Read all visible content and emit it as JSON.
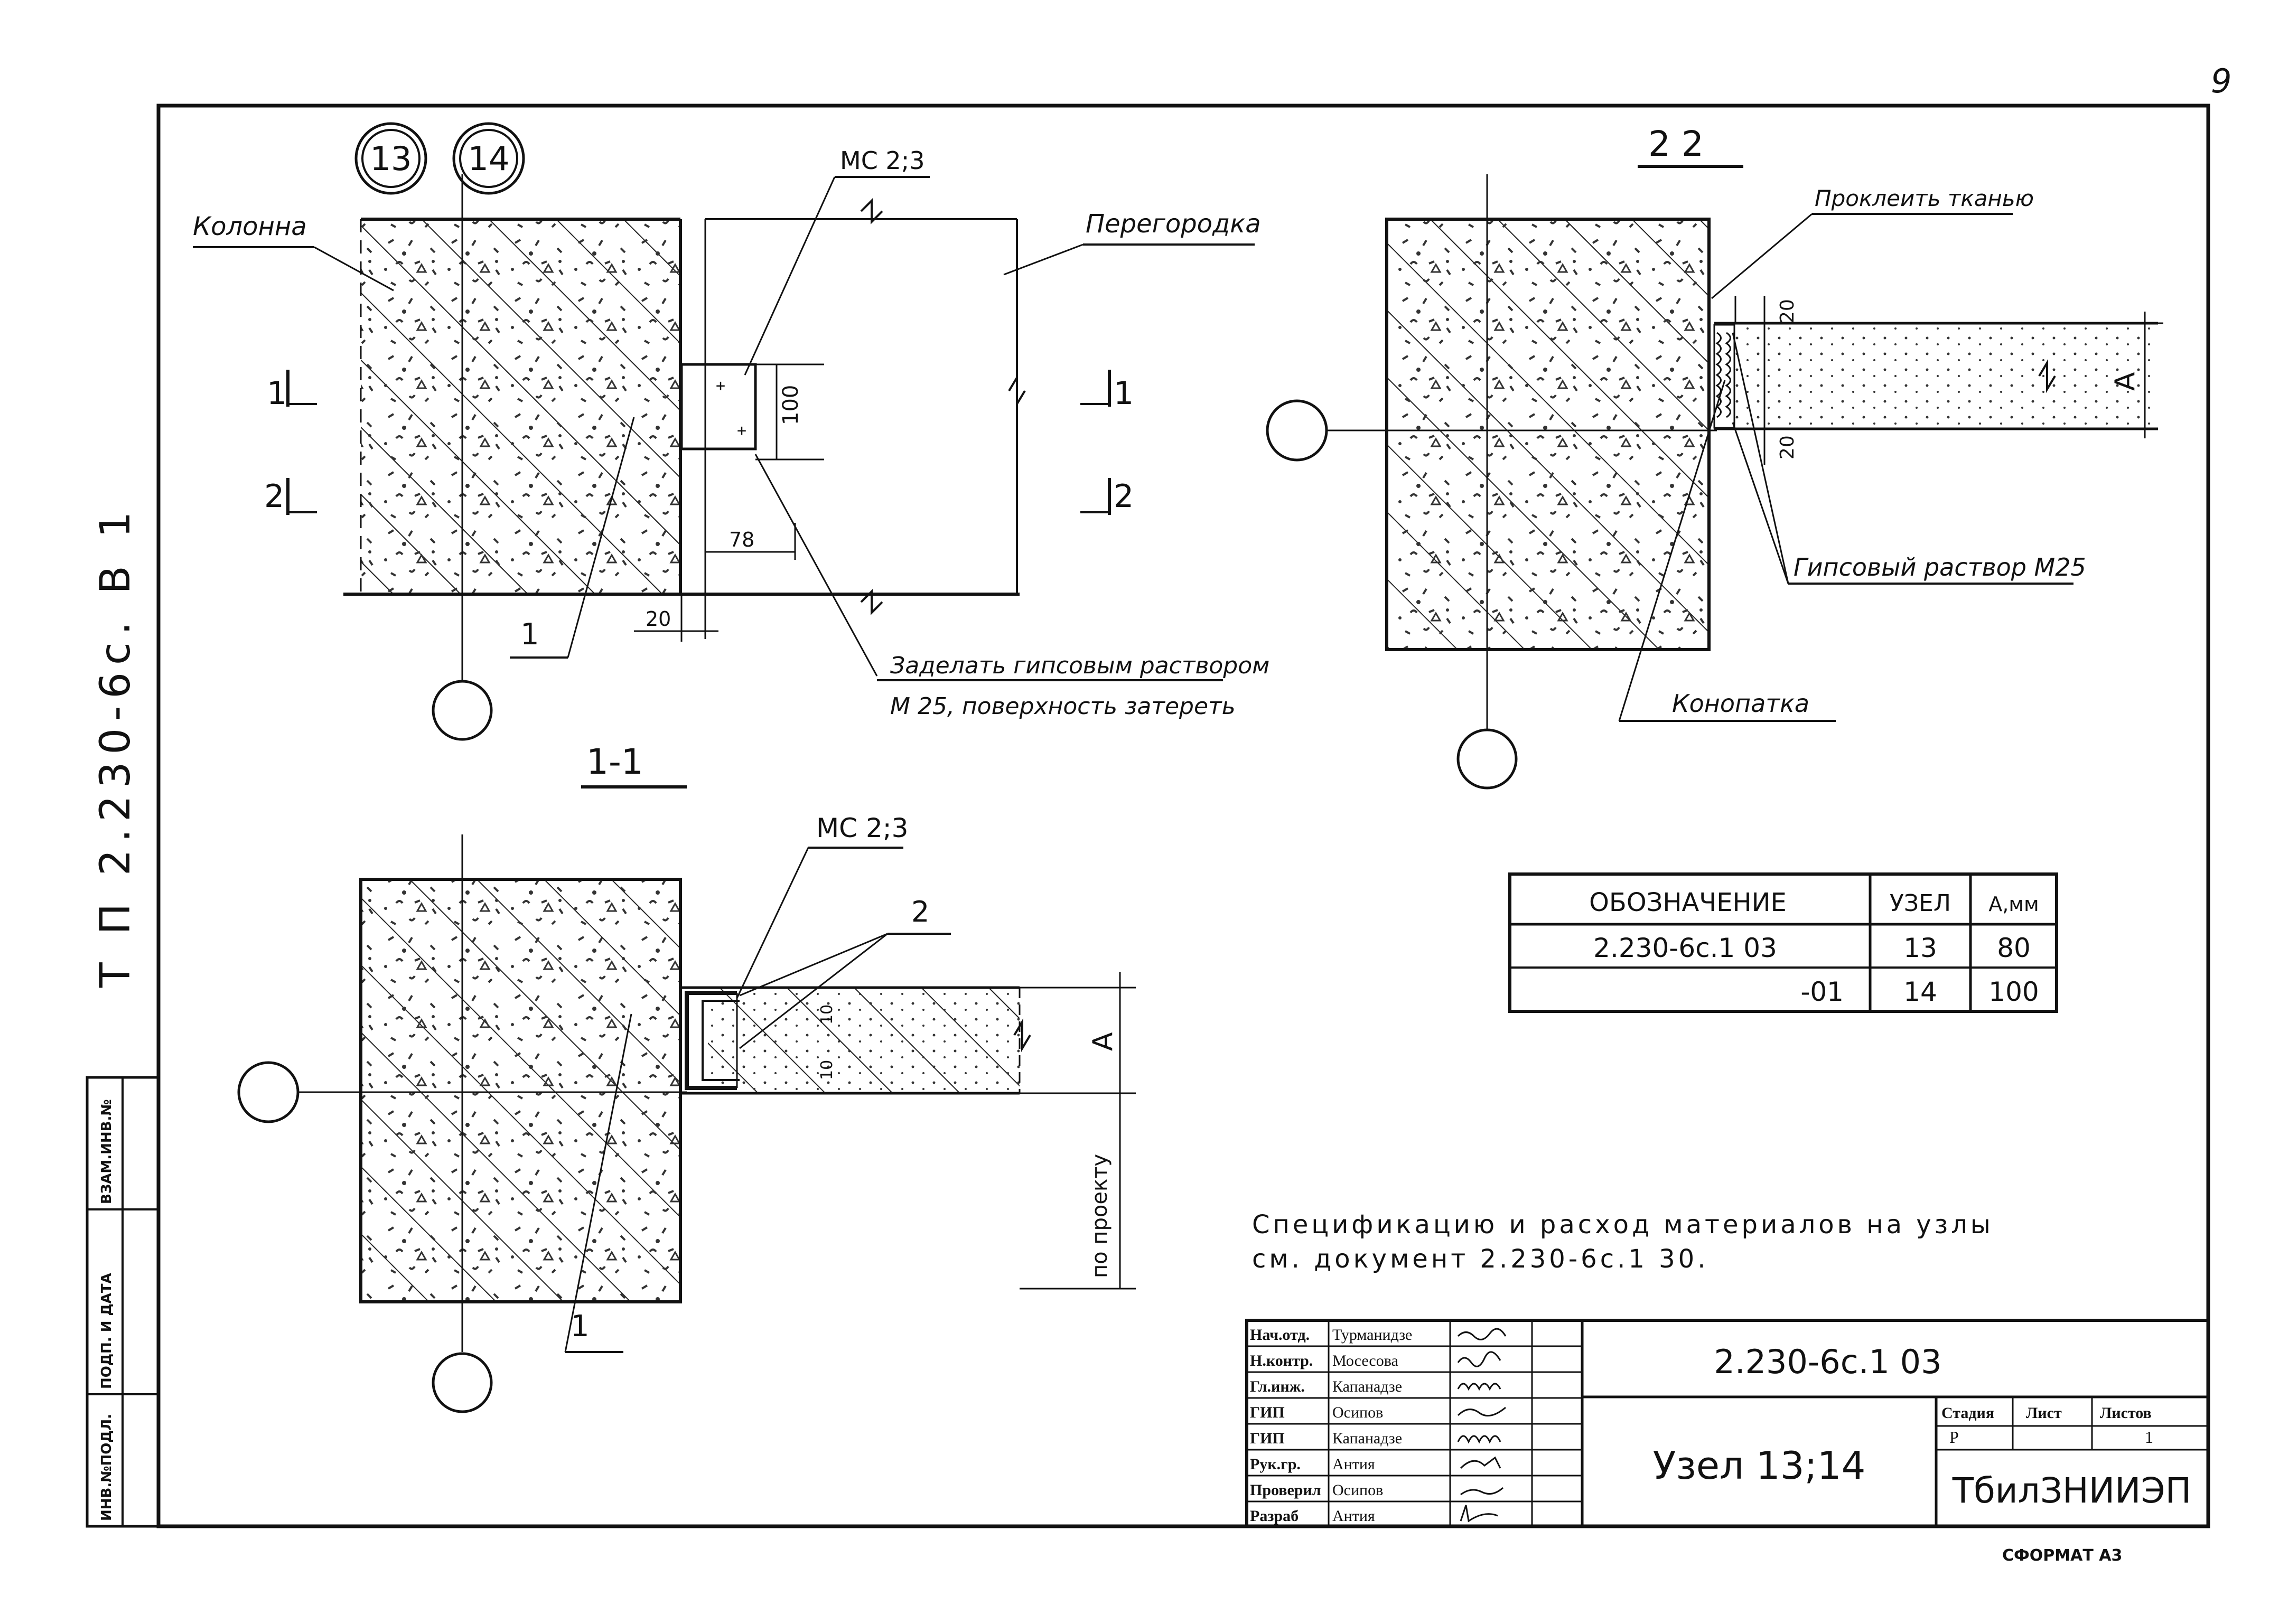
{
  "page": {
    "number": "9",
    "format_label": "СФОРМАТ А3"
  },
  "side_stamp": {
    "series": "Т П  2.230-6с.  В 1",
    "col1": "ИНВ.№ПОДЛ.",
    "col2": "ПОДП. И ДАТА",
    "col3": "ВЗАМ.ИНВ.№"
  },
  "node_marks": [
    "13",
    "14"
  ],
  "main_view": {
    "label_kolonna": "Колонна",
    "label_peregorodka": "Перегородка",
    "label_ms": "МС 2;3",
    "dim_100": "100",
    "dim_78": "78",
    "dim_20": "20",
    "cut1_left": "1",
    "cut1_right": "1",
    "cut2_left": "2",
    "cut2_right": "2",
    "callout_1": "1",
    "note_line1": "Заделать гипсовым раствором",
    "note_line2": "М 25, поверхность затереть"
  },
  "section_1_1": {
    "title": "1-1",
    "label_ms": "МС 2;3",
    "callout_2": "2",
    "callout_1": "1",
    "dim_10a": "10",
    "dim_10b": "10",
    "dim_A": "А",
    "dim_po_proektu": "по проекту"
  },
  "section_2_2": {
    "title": "2 2",
    "label_prokleit": "Проклеить тканью",
    "label_gips": "Гипсовый раствор М25",
    "label_konopatka": "Конопатка",
    "dim_20a": "20",
    "dim_20b": "20",
    "dim_A": "А"
  },
  "table": {
    "headers": [
      "ОБОЗНАЧЕНИЕ",
      "УЗЕЛ",
      "А,мм"
    ],
    "rows": [
      [
        "2.230-6с.1  03",
        "13",
        "80"
      ],
      [
        "-01",
        "14",
        "100"
      ]
    ]
  },
  "spec_note": {
    "line1": "Спецификацию и расход материалов на узлы",
    "line2": "см. документ 2.230-6с.1 30."
  },
  "title_block": {
    "roles": [
      "Нач.отд.",
      "Н.контр.",
      "Гл.инж.",
      "ГИП",
      "ГИП",
      "Рук.гр.",
      "Проверил",
      "Разраб"
    ],
    "names": [
      "Турманидзе",
      "Мосесова",
      "Капанадзе",
      "Осипов",
      "Капанадзе",
      "Антия",
      "Осипов",
      "Антия"
    ],
    "doc_code": "2.230-6с.1 03",
    "title": "Узел 13;14",
    "stage_label": "Стадия",
    "sheet_label": "Лист",
    "sheets_label": "Листов",
    "stage": "Р",
    "sheets": "1",
    "org": "ТбилЗНИИЭП"
  }
}
